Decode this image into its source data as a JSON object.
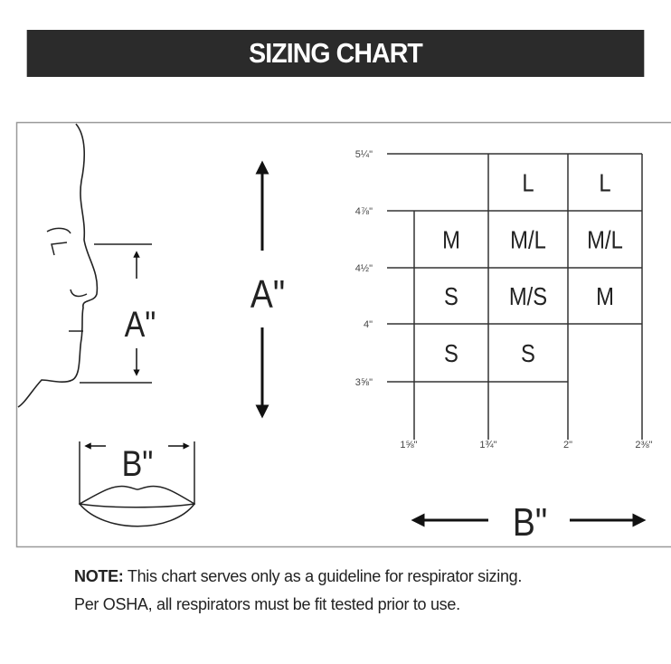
{
  "header": {
    "title": "SIZING CHART"
  },
  "diagram": {
    "face_label": "A\"",
    "big_a_label": "A\"",
    "lips_label": "B\"",
    "b_axis_label": "B\""
  },
  "chart_data": {
    "type": "table",
    "title": "SIZING CHART",
    "ylabel": "A\"",
    "xlabel": "B\"",
    "y_ticks": [
      "5¼\"",
      "4⅞\"",
      "4½\"",
      "4\"",
      "3⅝\""
    ],
    "x_ticks": [
      "1⅝\"",
      "1¾\"",
      "2\"",
      "2⅜\""
    ],
    "cells": [
      {
        "row": 0,
        "col": 1,
        "size": "L"
      },
      {
        "row": 0,
        "col": 2,
        "size": "L"
      },
      {
        "row": 1,
        "col": 0,
        "size": "M"
      },
      {
        "row": 1,
        "col": 1,
        "size": "M/L"
      },
      {
        "row": 1,
        "col": 2,
        "size": "M/L"
      },
      {
        "row": 2,
        "col": 0,
        "size": "S"
      },
      {
        "row": 2,
        "col": 1,
        "size": "M/S"
      },
      {
        "row": 2,
        "col": 2,
        "size": "M"
      },
      {
        "row": 3,
        "col": 0,
        "size": "S"
      },
      {
        "row": 3,
        "col": 1,
        "size": "S"
      }
    ]
  },
  "note": {
    "prefix": "NOTE:",
    "line1": " This chart serves only as a guideline for respirator sizing.",
    "line2": "Per OSHA, all respirators must be fit tested prior to use."
  }
}
